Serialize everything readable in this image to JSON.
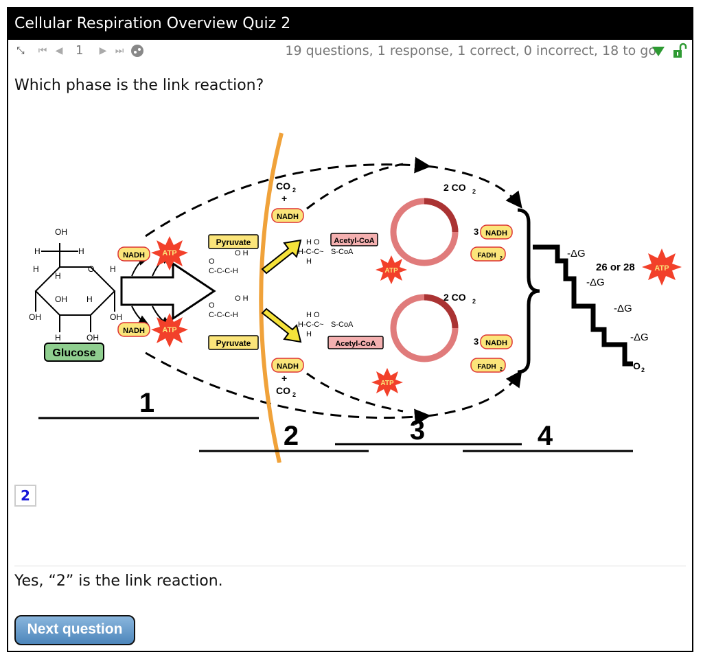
{
  "title": "Cellular Respiration Overview Quiz 2",
  "toolbar": {
    "question_number": "1",
    "status": "19 questions, 1 response, 1 correct, 0 incorrect, 18 to go"
  },
  "question": "Which phase is the link reaction?",
  "diagram": {
    "glucose": "Glucose",
    "pyruvate": "Pyruvate",
    "acetyl_coa": "Acetyl-CoA",
    "nadh": "NADH",
    "atp": "ATP",
    "fadh2": "FADH",
    "fadh2_sub": "2",
    "co2": "CO",
    "co2_sub": "2",
    "two_co2": "2 CO",
    "three": "3",
    "plus": "+",
    "delta_g": "-ΔG",
    "atp_yield": "26 or 28",
    "o2": "O",
    "o2_sub": "2",
    "s_coa": "S-CoA",
    "phase_1": "1",
    "phase_2": "2",
    "phase_3": "3",
    "phase_4": "4"
  },
  "answer": "2",
  "feedback": "Yes, “2” is the link reaction.",
  "next_button": "Next question",
  "colors": {
    "titlebar": "#000000",
    "answer_text": "#1515d8",
    "dropdown": "#2e9a33",
    "lock": "#2e9a33",
    "membrane": "#f0a23a",
    "cycle": "#e07b7b",
    "atp_burst": "#f2402a",
    "label_fill": "#fbe57a",
    "glucose_fill": "#8fce8f",
    "acetyl_fill": "#f4b0b0"
  }
}
